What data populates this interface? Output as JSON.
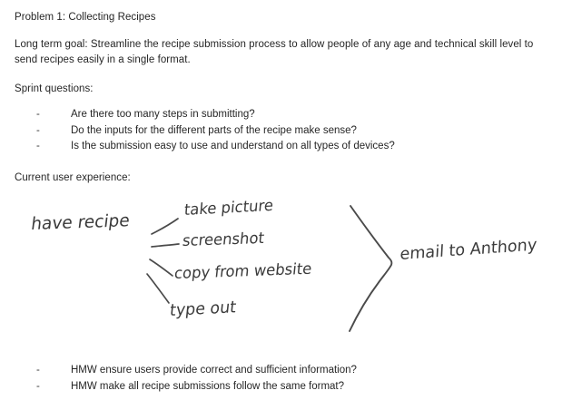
{
  "document": {
    "title": "Problem 1: Collecting Recipes",
    "long_term_goal": "Long term goal: Streamline the recipe submission process to allow people of any age and technical skill level to send recipes easily in a single format.",
    "sprint_questions_label": "Sprint questions:",
    "sprint_questions": [
      {
        "marker": "-",
        "text": "Are there too many steps in submitting?"
      },
      {
        "marker": "-",
        "text": "Do the inputs for the different parts of the recipe make sense?"
      },
      {
        "marker": "-",
        "text": "Is the submission easy to use and understand on all types of devices?"
      }
    ],
    "current_experience_label": "Current user experience:",
    "hmw_questions": [
      {
        "marker": "-",
        "text": "HMW ensure users provide correct and sufficient information?"
      },
      {
        "marker": "-",
        "text": "HMW make all recipe submissions follow the same format?"
      }
    ]
  },
  "diagram": {
    "type": "handwritten-flow-sketch",
    "start_node": "have recipe",
    "branches": [
      "take picture",
      "screenshot",
      "copy from website",
      "type out"
    ],
    "end_node": "email to Anthony",
    "ink_color": "#3b3b3b"
  },
  "colors": {
    "page_background": "#ffffff",
    "body_text": "#262626",
    "ink": "#3b3b3b"
  }
}
